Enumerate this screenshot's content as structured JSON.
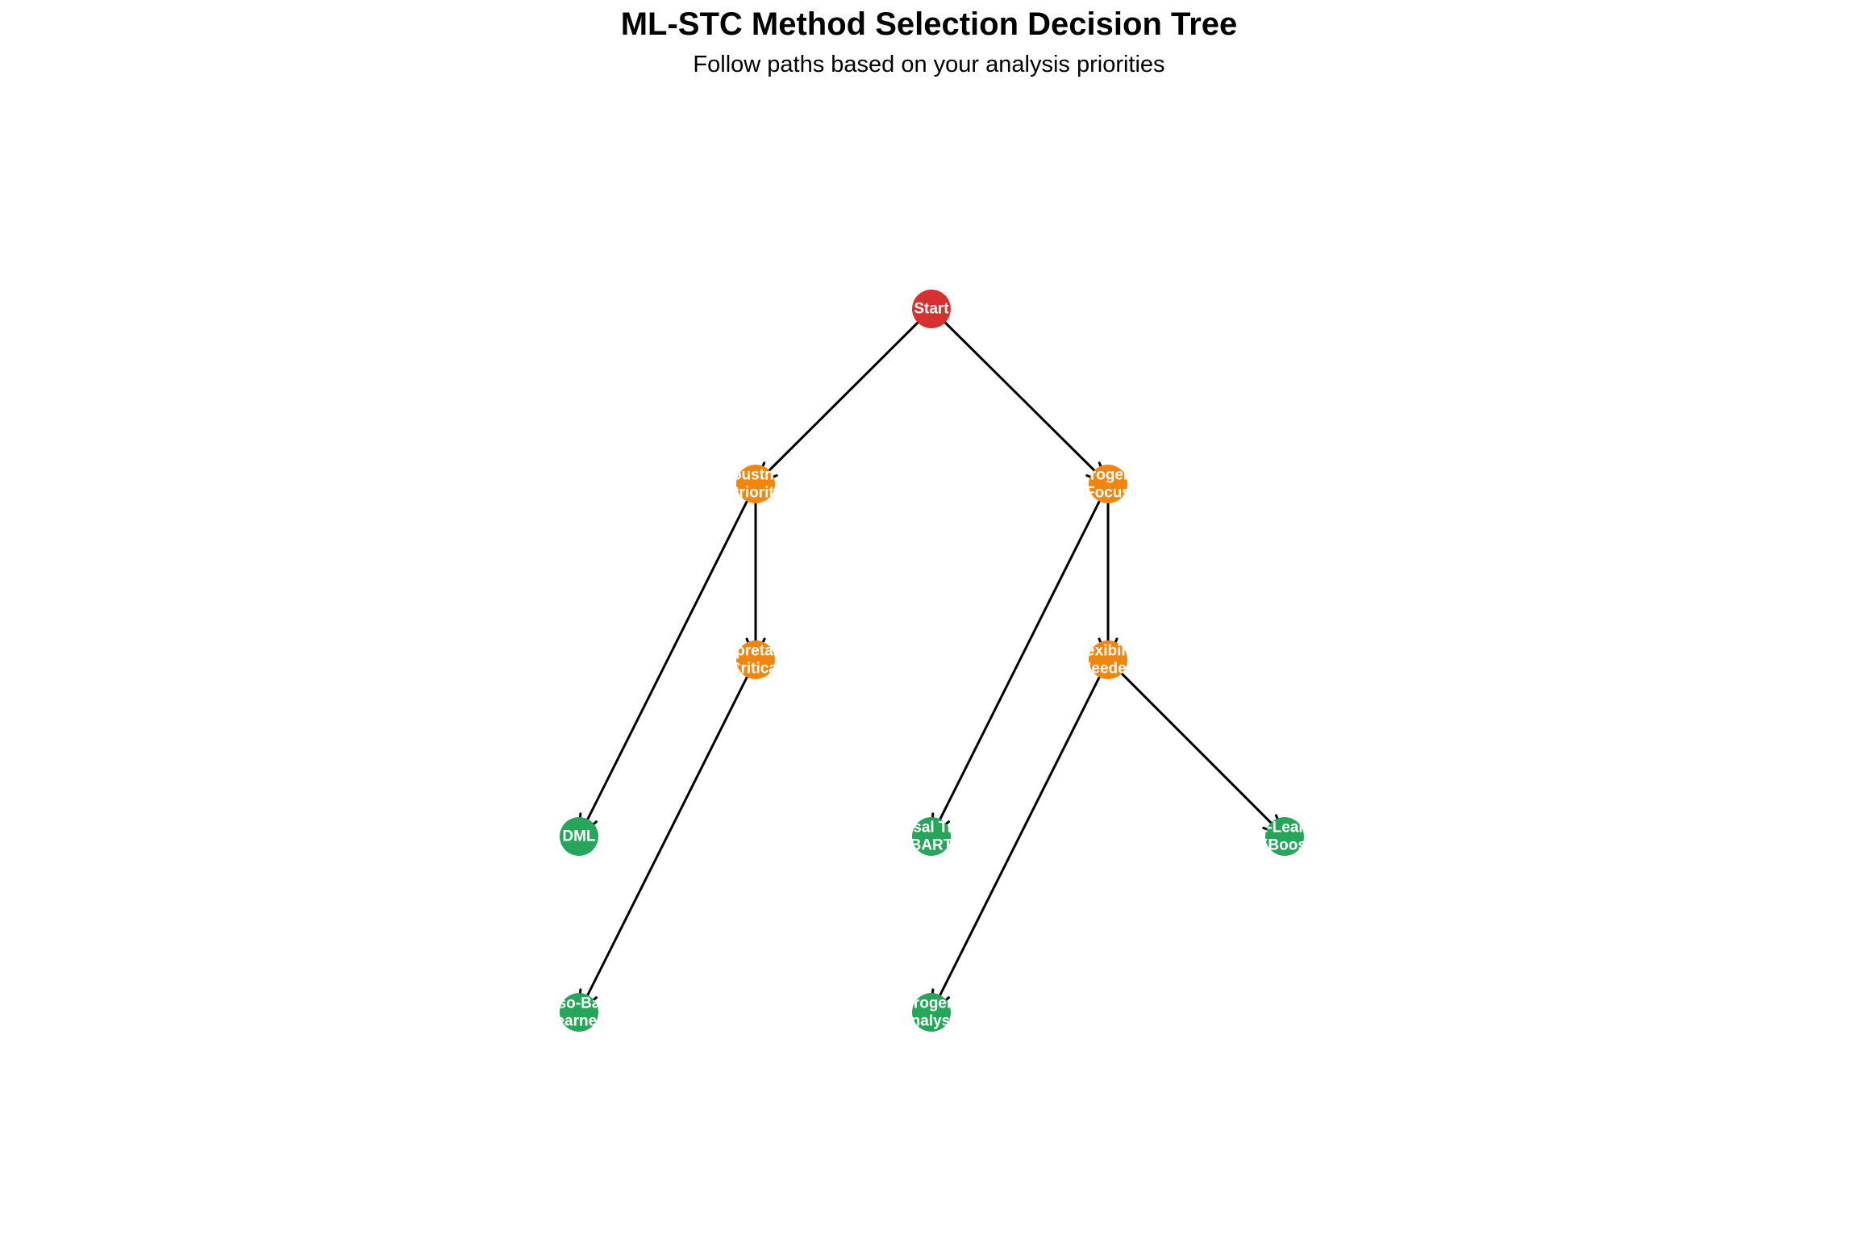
{
  "title": "ML-STC Method Selection Decision Tree",
  "subtitle": "Follow paths based on your analysis priorities",
  "colors": {
    "start": "#d63031",
    "decision": "#f0860f",
    "method": "#27a55a",
    "edge": "#000000",
    "label": "#ffffff"
  },
  "nodes": [
    {
      "id": "start",
      "kind": "start",
      "lines": [
        "Start"
      ]
    },
    {
      "id": "robustness",
      "kind": "decision",
      "lines": [
        "Robustness",
        "Priority"
      ]
    },
    {
      "id": "heterogeneity",
      "kind": "decision",
      "lines": [
        "Heterogeneity",
        "Focus"
      ]
    },
    {
      "id": "interpretability",
      "kind": "decision",
      "lines": [
        "Interpretability",
        "Critical"
      ]
    },
    {
      "id": "flexibility",
      "kind": "decision",
      "lines": [
        "Flexibility",
        "Needed"
      ]
    },
    {
      "id": "dml",
      "kind": "method",
      "lines": [
        "DML"
      ]
    },
    {
      "id": "bart",
      "kind": "method",
      "lines": [
        "Causal Trees",
        "BART"
      ]
    },
    {
      "id": "xboost",
      "kind": "method",
      "lines": [
        "Meta-Learners",
        "XBoost"
      ]
    },
    {
      "id": "lasso",
      "kind": "method",
      "lines": [
        "Lasso-Based",
        "Learners"
      ]
    },
    {
      "id": "heterogeneity-analysis",
      "kind": "method",
      "lines": [
        "Heterogeneity",
        "Analysis"
      ]
    }
  ],
  "edges": [
    {
      "from": "start",
      "to": "robustness"
    },
    {
      "from": "start",
      "to": "heterogeneity"
    },
    {
      "from": "robustness",
      "to": "interpretability"
    },
    {
      "from": "robustness",
      "to": "dml"
    },
    {
      "from": "interpretability",
      "to": "lasso"
    },
    {
      "from": "heterogeneity",
      "to": "flexibility"
    },
    {
      "from": "heterogeneity",
      "to": "bart"
    },
    {
      "from": "flexibility",
      "to": "heterogeneity-analysis"
    },
    {
      "from": "flexibility",
      "to": "xboost"
    }
  ]
}
